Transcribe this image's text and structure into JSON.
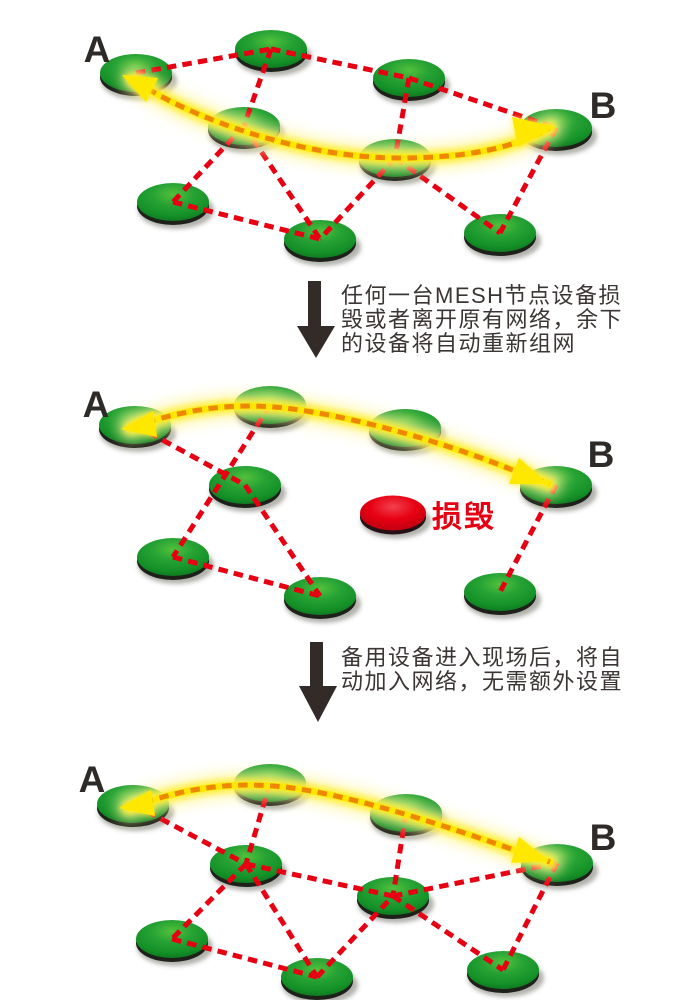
{
  "diagram": {
    "title_hint": "MESH self-healing network infographic",
    "panels": [
      {
        "name": "original-network",
        "label_a": "A",
        "label_b": "B"
      },
      {
        "name": "node-damaged",
        "label_a": "A",
        "label_b": "B",
        "damaged_label": "损毁"
      },
      {
        "name": "network-restored",
        "label_a": "A",
        "label_b": "B"
      }
    ],
    "transitions": [
      {
        "lines": [
          "任何一台MESH节点设备损",
          "毁或者离开原有网络，余下",
          "的设备将自动重新组网"
        ]
      },
      {
        "lines": [
          "备用设备进入现场后，将自",
          "动加入网络，无需额外设置"
        ]
      }
    ],
    "colors": {
      "link_red": "#e60012",
      "path_yellow": "#ffe800",
      "path_orange": "#ee8700",
      "node_green": "#1f9c31",
      "damaged_red": "#e60012",
      "text": "#3b3534"
    }
  }
}
